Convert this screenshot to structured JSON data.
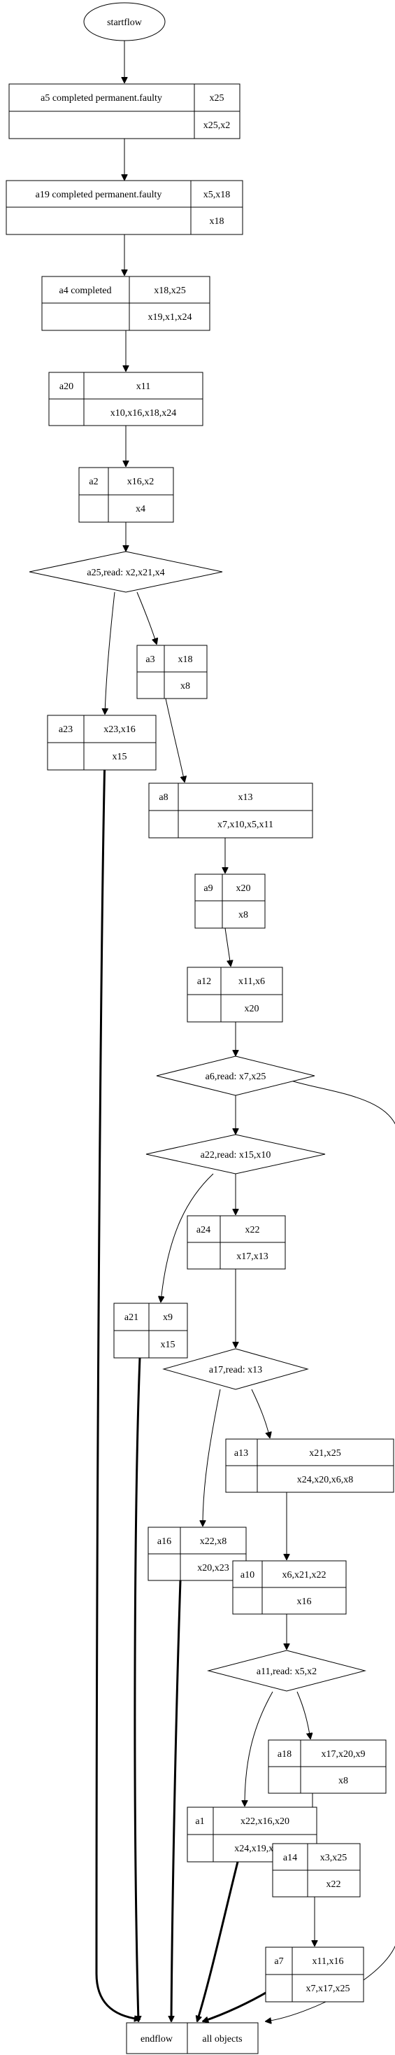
{
  "diagram": {
    "start": "startflow",
    "end": {
      "left": "endflow",
      "right": "all objects"
    },
    "records": {
      "a5": {
        "name": "a5 completed permanent.faulty",
        "top": "x25",
        "bottom": "x25,x2"
      },
      "a19": {
        "name": "a19 completed permanent.faulty",
        "top": "x5,x18",
        "bottom": "x18"
      },
      "a4": {
        "name": "a4 completed",
        "top": "x18,x25",
        "bottom": "x19,x1,x24"
      },
      "a20": {
        "name": "a20",
        "top": "x11",
        "bottom": "x10,x16,x18,x24"
      },
      "a2": {
        "name": "a2",
        "top": "x16,x2",
        "bottom": "x4"
      },
      "a23": {
        "name": "a23",
        "top": "x23,x16",
        "bottom": "x15"
      },
      "a3": {
        "name": "a3",
        "top": "x18",
        "bottom": "x8"
      },
      "a8": {
        "name": "a8",
        "top": "x13",
        "bottom": "x7,x10,x5,x11"
      },
      "a9": {
        "name": "a9",
        "top": "x20",
        "bottom": "x8"
      },
      "a12": {
        "name": "a12",
        "top": "x11,x6",
        "bottom": "x20"
      },
      "a24": {
        "name": "a24",
        "top": "x22",
        "bottom": "x17,x13"
      },
      "a21": {
        "name": "a21",
        "top": "x9",
        "bottom": "x15"
      },
      "a13": {
        "name": "a13",
        "top": "x21,x25",
        "bottom": "x24,x20,x6,x8"
      },
      "a16": {
        "name": "a16",
        "top": "x22,x8",
        "bottom": "x20,x23"
      },
      "a10": {
        "name": "a10",
        "top": "x6,x21,x22",
        "bottom": "x16"
      },
      "a18": {
        "name": "a18",
        "top": "x17,x20,x9",
        "bottom": "x8"
      },
      "a1": {
        "name": "a1",
        "top": "x22,x16,x20",
        "bottom": "x24,x19,x18,x5"
      },
      "a14": {
        "name": "a14",
        "top": "x3,x25",
        "bottom": "x22"
      },
      "a7": {
        "name": "a7",
        "top": "x11,x16",
        "bottom": "x7,x17,x25"
      }
    },
    "decisions": {
      "a25": "a25,read: x2,x21,x4",
      "a6": "a6,read: x7,x25",
      "a22": "a22,read: x15,x10",
      "a17": "a17,read: x13",
      "a11": "a11,read: x5,x2"
    }
  }
}
